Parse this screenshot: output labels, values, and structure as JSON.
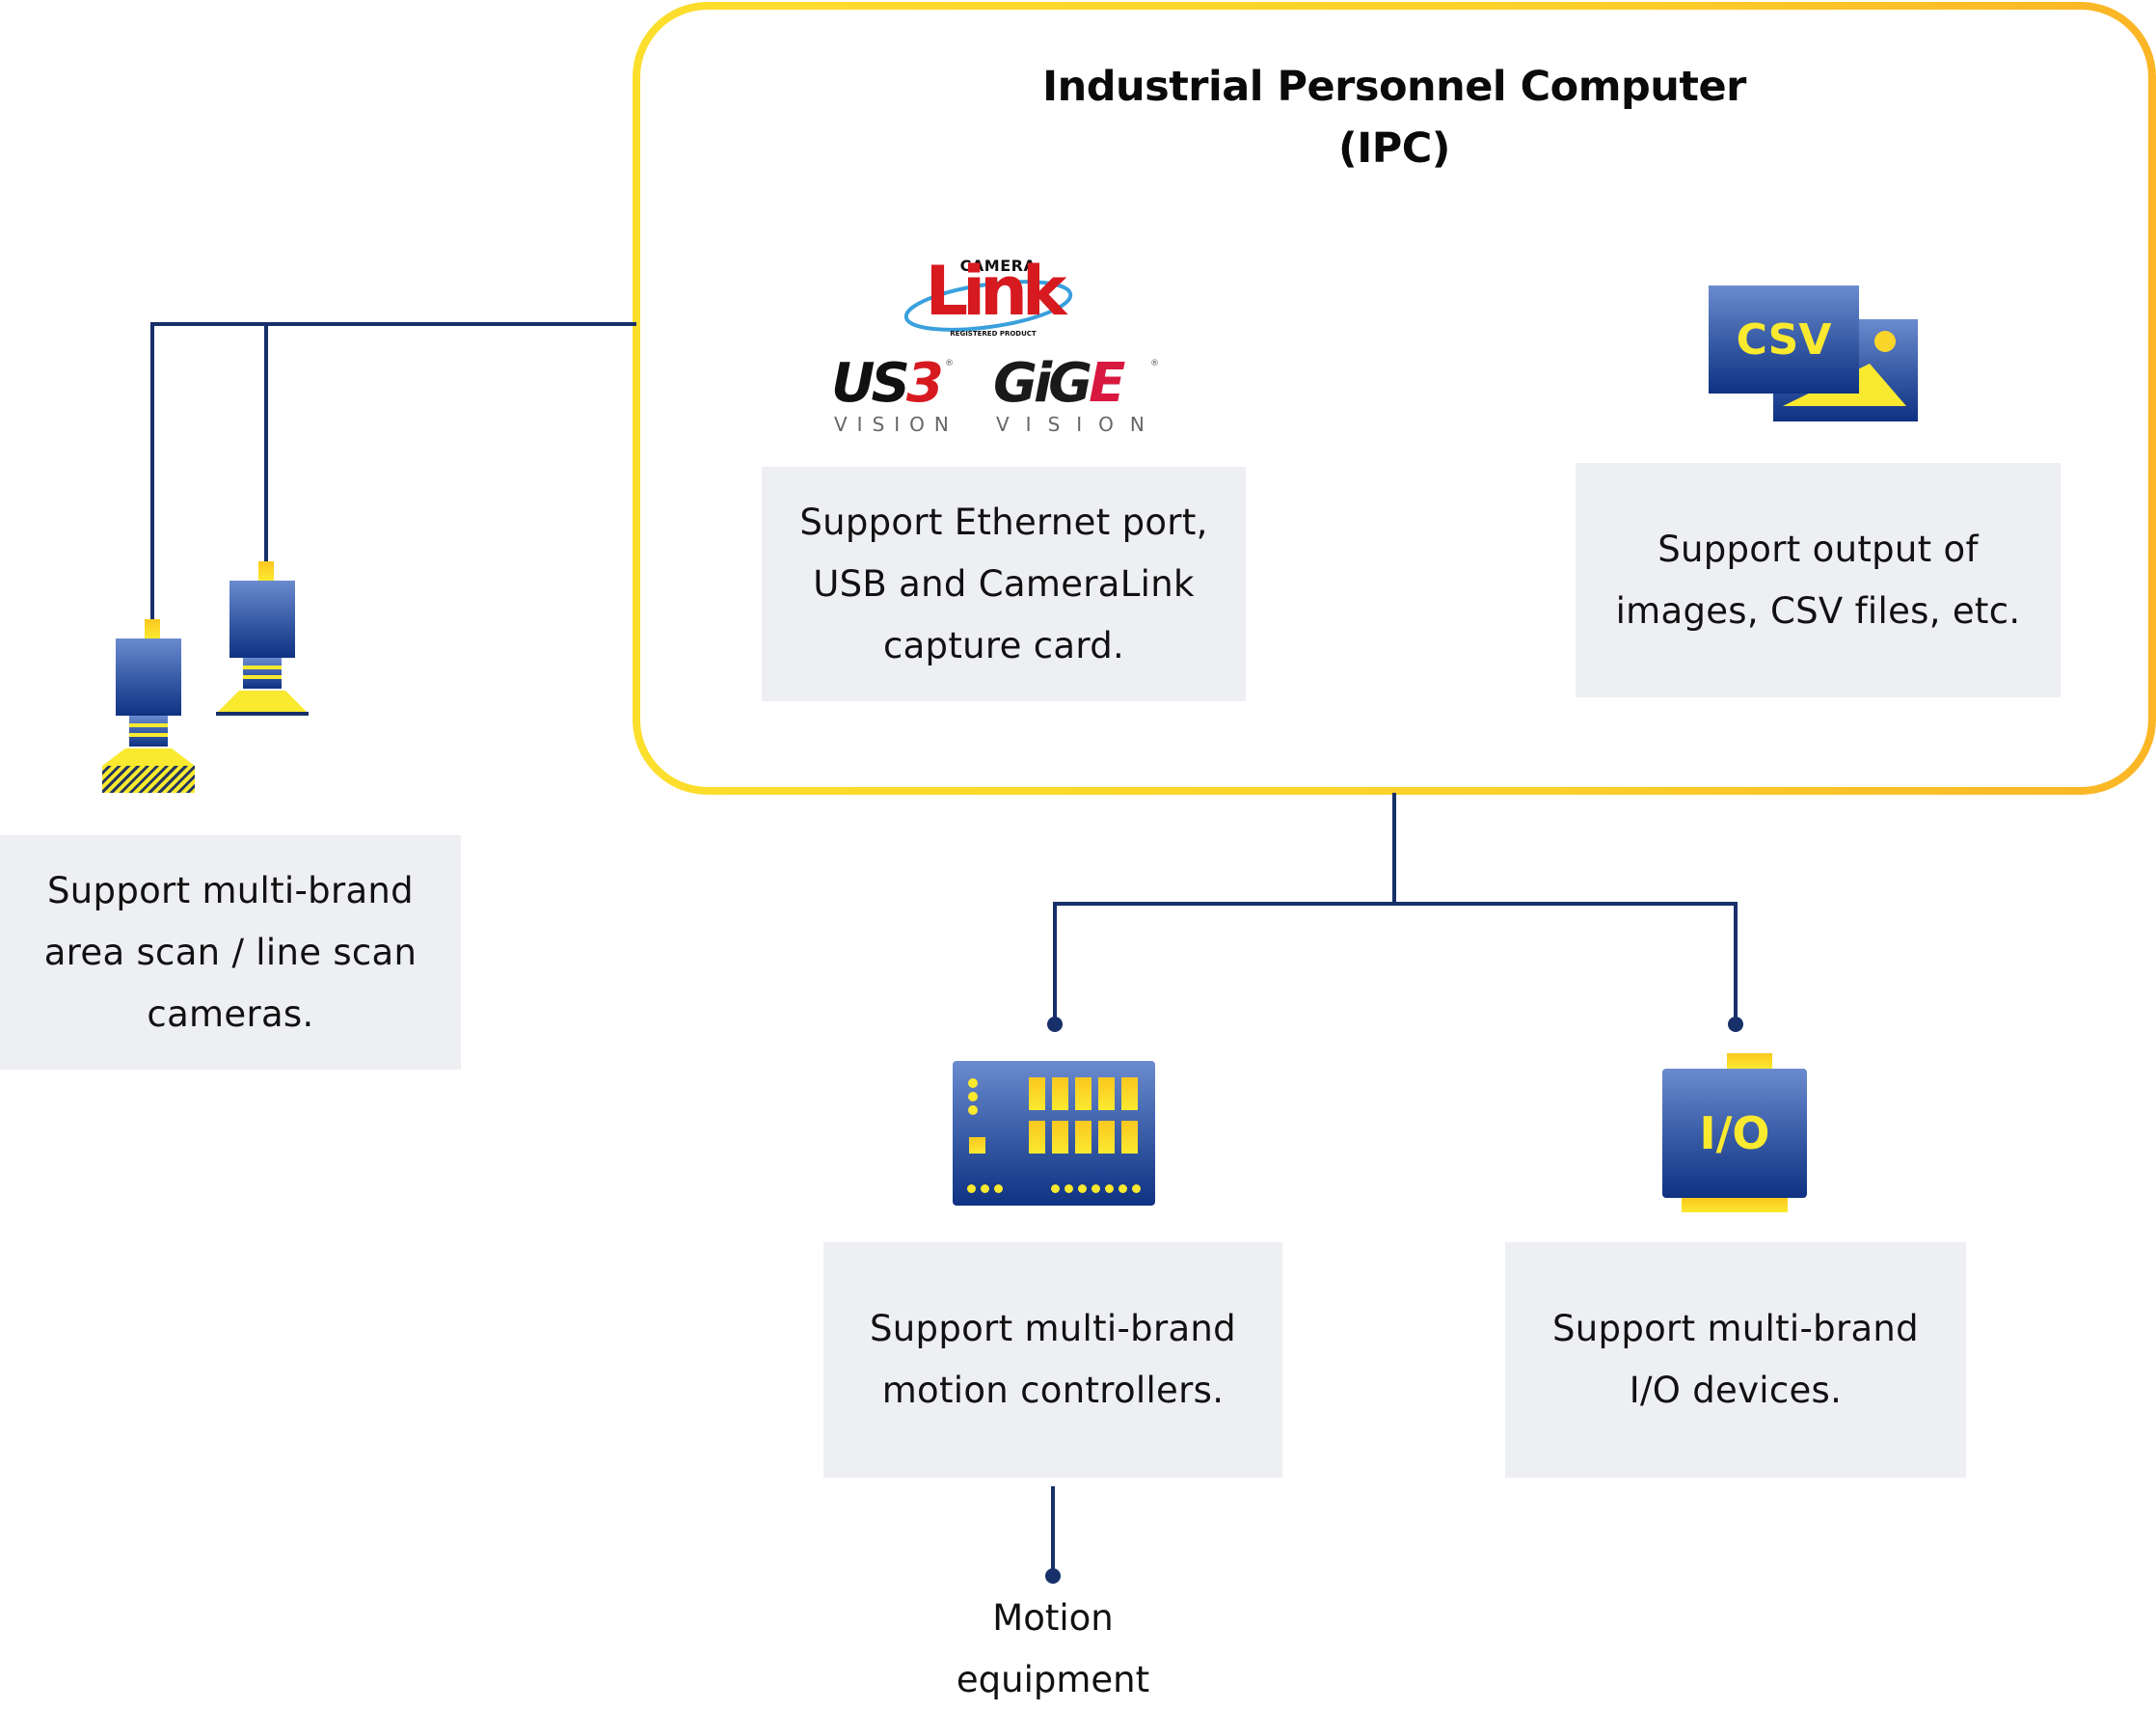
{
  "ipc": {
    "title_line1": "Industrial Personnel Computer",
    "title_line2": "(IPC)",
    "interfaces_card": [
      "Support Ethernet port,",
      "USB and CameraLink",
      "capture card."
    ],
    "output_card": [
      "Support output of",
      "images, CSV files, etc."
    ],
    "logos": {
      "cameralink_top": "CAMERA",
      "cameralink_main": "Link",
      "cameralink_sub": "REGISTERED PRODUCT",
      "usb3_main": "US",
      "usb3_accent": "3",
      "usb3_sub": "VISION",
      "gige_main": "GiG",
      "gige_accent": "E",
      "gige_sub": "VISION",
      "registered_mark": "®"
    },
    "csv_icon_label": "CSV"
  },
  "cameras": {
    "card": [
      "Support multi-brand",
      "area scan / line scan",
      "cameras."
    ]
  },
  "motion_controller": {
    "card": [
      "Support multi-brand",
      "motion controllers."
    ],
    "endpoint_label": [
      "Motion",
      "equipment"
    ]
  },
  "io_device": {
    "icon_label": "I/O",
    "card": [
      "Support multi-brand",
      "I/O devices."
    ]
  },
  "colors": {
    "connector_line": "#17306A",
    "ipc_border_start": "#FCDE2C",
    "ipc_border_end": "#FBB526",
    "card_background": "#EEEFF3",
    "icon_blue_dark": "#0F3282",
    "icon_blue_light": "#6B8BCF",
    "icon_yellow": "#F9E92F",
    "cameralink_red": "#D71920",
    "gige_red": "#D9183F"
  }
}
